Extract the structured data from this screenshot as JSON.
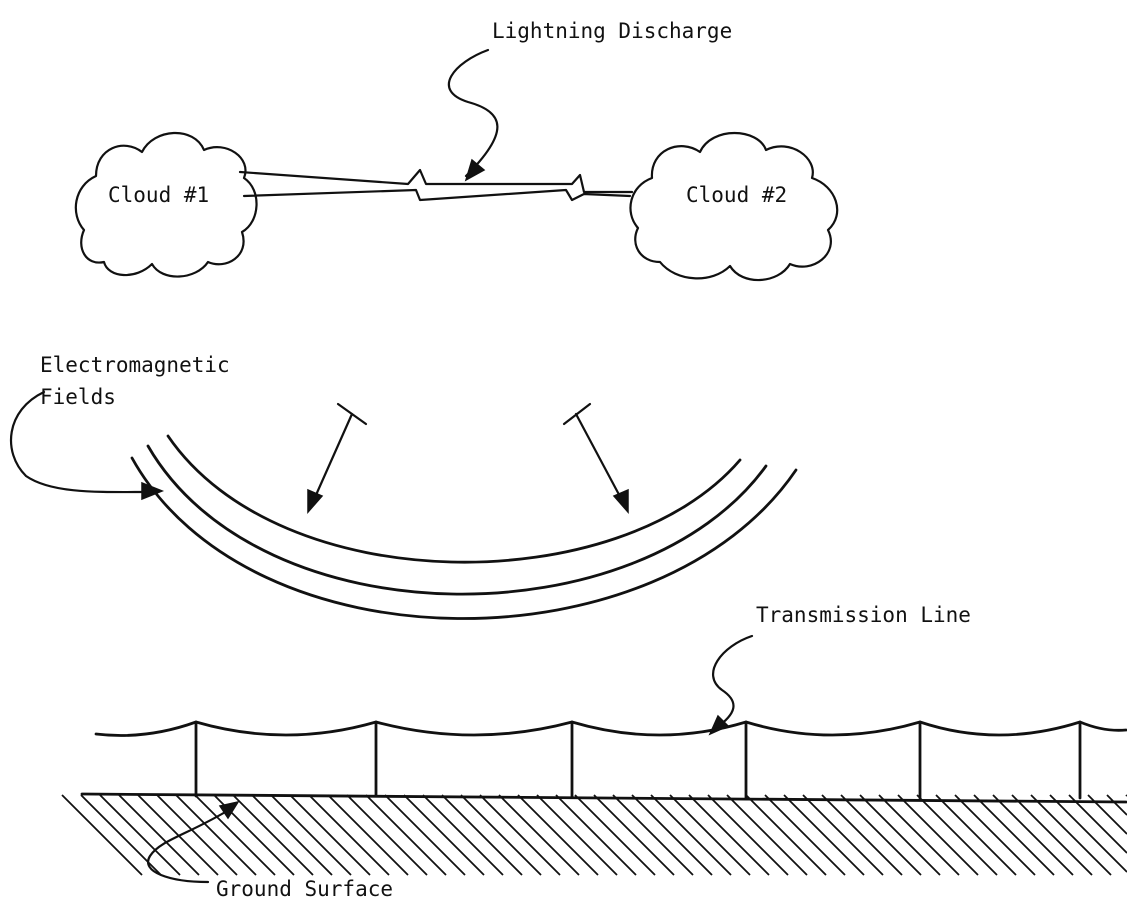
{
  "labels": {
    "lightning_discharge": "Lightning Discharge",
    "cloud_1": "Cloud #1",
    "cloud_2": "Cloud #2",
    "em_fields_line1": "Electromagnetic",
    "em_fields_line2": "Fields",
    "transmission_line": "Transmission Line",
    "ground_surface": "Ground Surface"
  },
  "colors": {
    "ink": "#111111",
    "background": "#ffffff"
  },
  "icons": [
    "cloud-icon",
    "lightning-bolt-icon",
    "field-arc-icon",
    "pointer-arrow-icon",
    "transmission-pole-icon",
    "ground-hatch-icon"
  ]
}
